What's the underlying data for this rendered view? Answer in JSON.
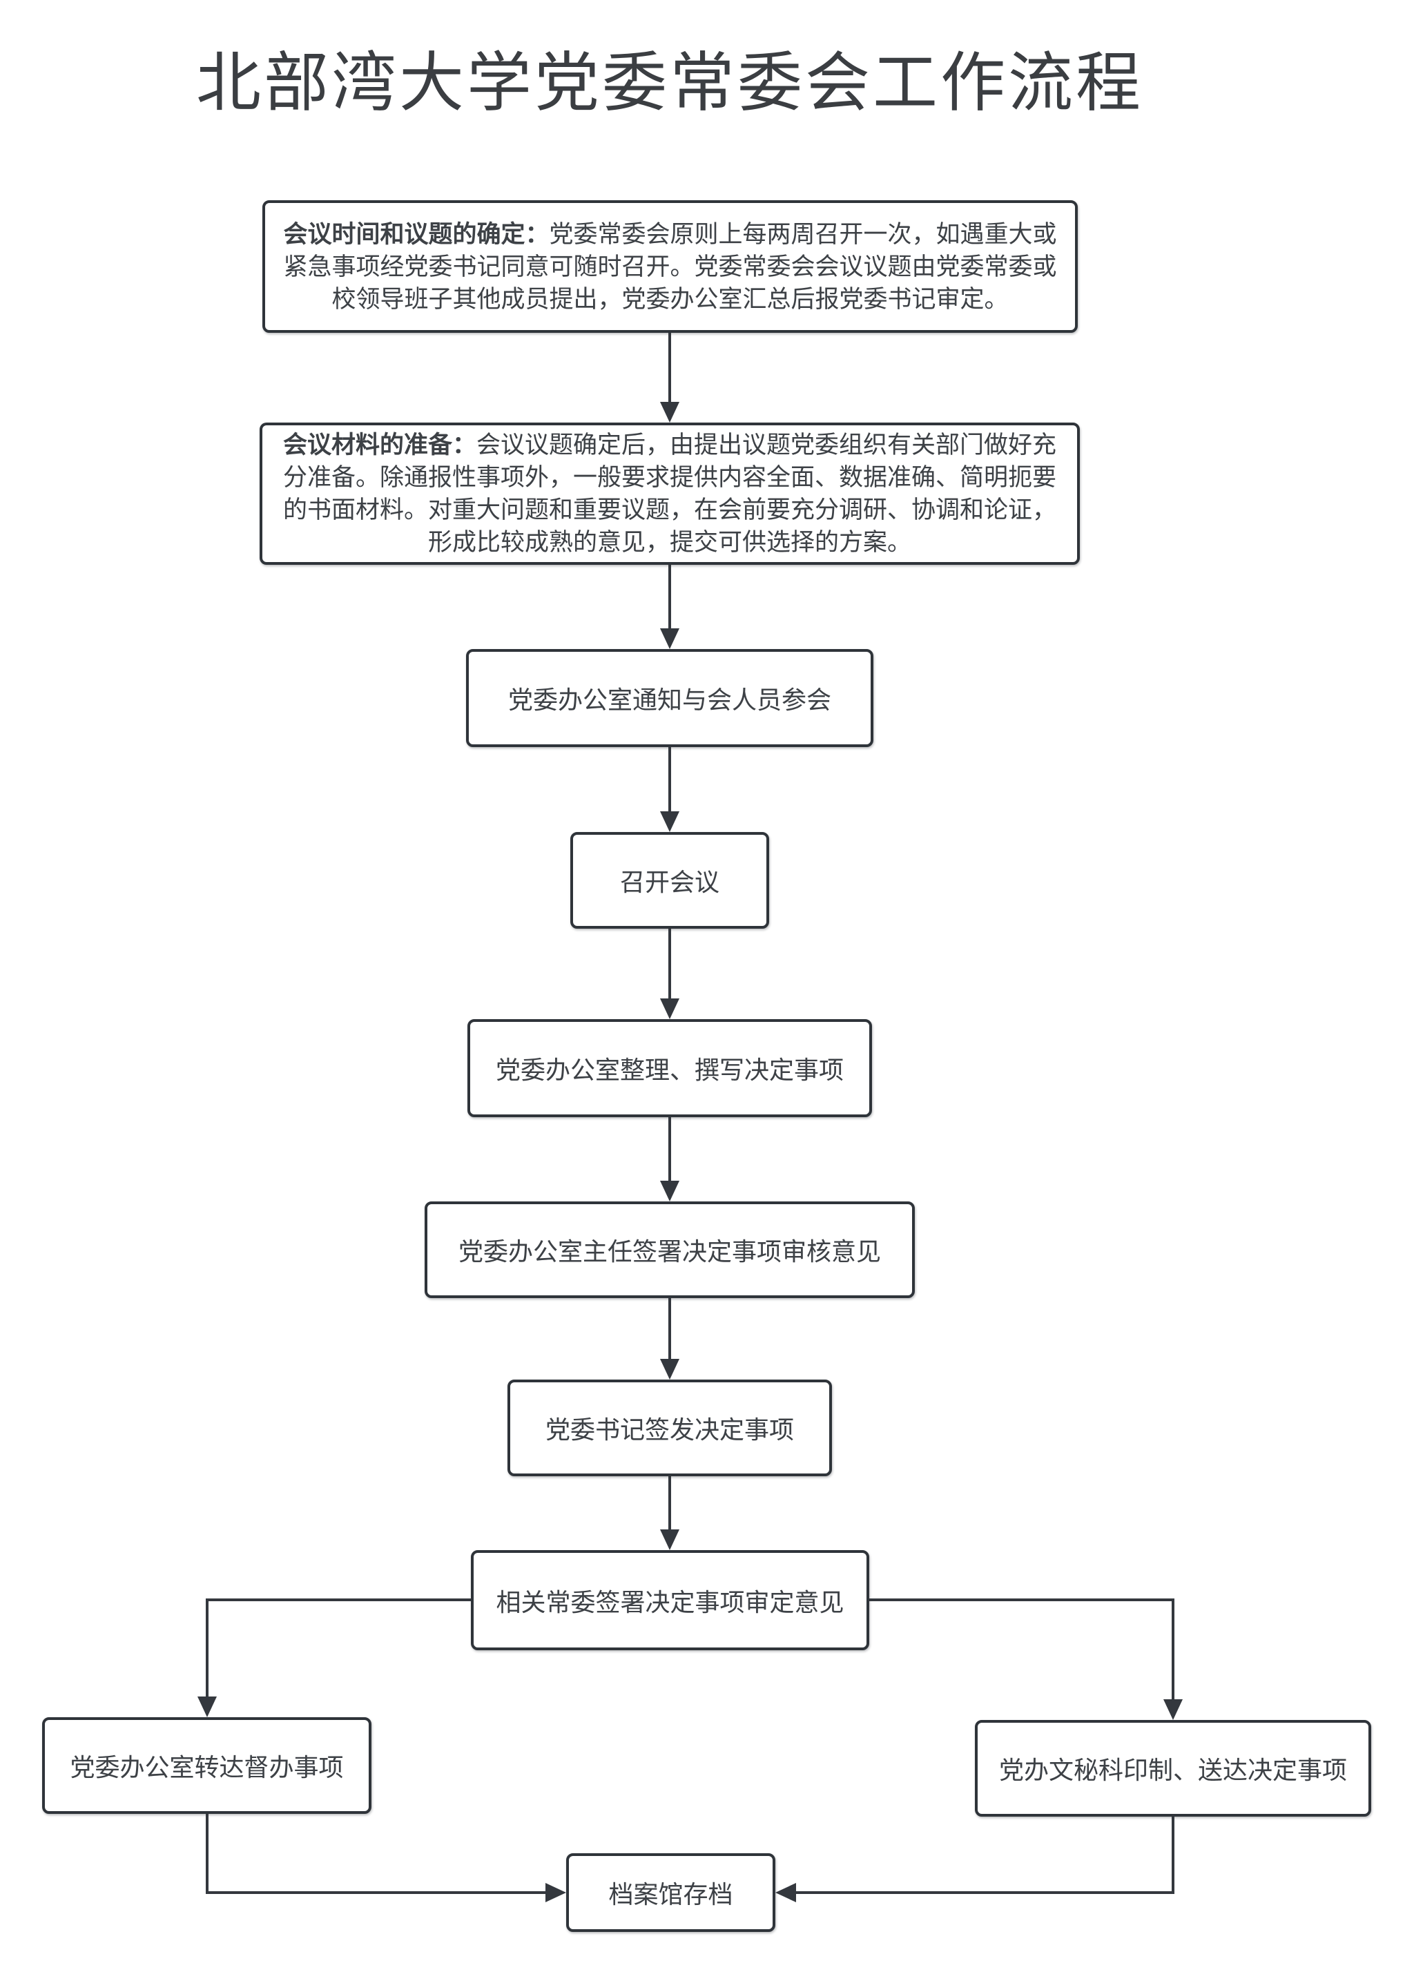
{
  "title": "北部湾大学党委常委会工作流程",
  "colors": {
    "background": "#ffffff",
    "box_border": "#2f343a",
    "box_fill": "#ffffff",
    "text": "#3d4146",
    "connector": "#34383e",
    "title": "#3b3e42"
  },
  "nodes": {
    "n1": {
      "bold": "会议时间和议题的确定：",
      "text": "党委常委会原则上每两周召开一次，如遇重大或紧急事项经党委书记同意可随时召开。党委常委会会议议题由党委常委或校领导班子其他成员提出，党委办公室汇总后报党委书记审定。"
    },
    "n2": {
      "bold": "会议材料的准备：",
      "text": "会议议题确定后，由提出议题党委组织有关部门做好充分准备。除通报性事项外，一般要求提供内容全面、数据准确、简明扼要的书面材料。对重大问题和重要议题，在会前要充分调研、协调和论证，形成比较成熟的意见，提交可供选择的方案。"
    },
    "n3": {
      "text": "党委办公室通知与会人员参会"
    },
    "n4": {
      "text": "召开会议"
    },
    "n5": {
      "text": "党委办公室整理、撰写决定事项"
    },
    "n6": {
      "text": "党委办公室主任签署决定事项审核意见"
    },
    "n7": {
      "text": "党委书记签发决定事项"
    },
    "n8": {
      "text": "相关常委签署决定事项审定意见"
    },
    "n9": {
      "text": "党委办公室转达督办事项"
    },
    "n10": {
      "text": "党办文秘科印制、送达决定事项"
    },
    "n11": {
      "text": "档案馆存档"
    }
  }
}
